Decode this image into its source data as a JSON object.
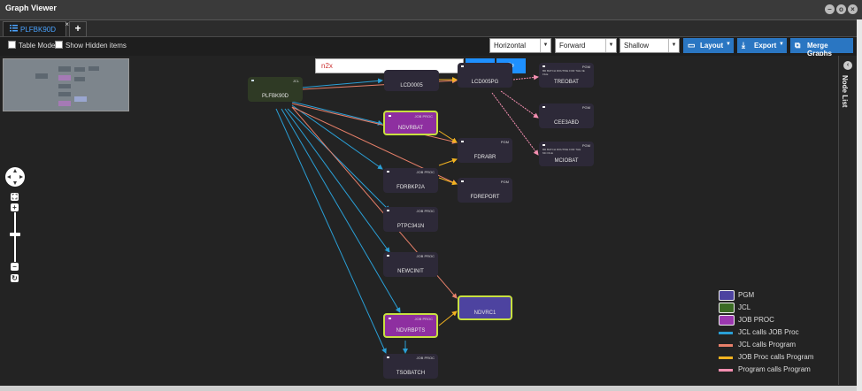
{
  "window": {
    "title": "Graph Viewer",
    "minimize": "–",
    "maximize": "o",
    "close": "×"
  },
  "tabs": [
    {
      "label": "PLFBK90D",
      "close": "×"
    }
  ],
  "add_tab": "+",
  "toolbar": {
    "table_mode": "Table Mode",
    "show_hidden": "Show Hidden items",
    "orientation": "Horizontal",
    "direction": "Forward",
    "depth": "Shallow",
    "layout": "Layout",
    "export": "Export",
    "merge": "Merge Graphs"
  },
  "search": {
    "value": "n2x",
    "search_icon": "⌕",
    "reset_icon": "↻"
  },
  "nodes": [
    {
      "id": "PLFBK90D",
      "type": "JCL",
      "tag": "JCL"
    },
    {
      "id": "LCD0005",
      "type": "JOB PROC",
      "tag": ""
    },
    {
      "id": "LCD005PG",
      "type": "PGM",
      "tag": ""
    },
    {
      "id": "TREOBAT",
      "type": "PGM",
      "tag": "PGM",
      "sub": "BD BATCH ROUTINE FOR THE 3E FILE"
    },
    {
      "id": "CEE3ABD",
      "type": "PGM",
      "tag": "PGM"
    },
    {
      "id": "MCIOBAT",
      "type": "PGM",
      "tag": "PGM",
      "sub": "BD BATCH ROUTINE FOR THE MC FILE"
    },
    {
      "id": "NDVRBAT",
      "type": "JOB PROC",
      "tag": "JOB PROC"
    },
    {
      "id": "FDRABR",
      "type": "PGM",
      "tag": "PGM"
    },
    {
      "id": "FDRBKP2A",
      "type": "JOB PROC",
      "tag": "JOB PROC"
    },
    {
      "id": "FDREPORT",
      "type": "PGM",
      "tag": "PGM"
    },
    {
      "id": "PTPC341N",
      "type": "JOB PROC",
      "tag": "JOB PROC"
    },
    {
      "id": "NEWCINIT",
      "type": "JOB PROC",
      "tag": "JOB PROC"
    },
    {
      "id": "NDVRC1",
      "type": "PGM",
      "tag": ""
    },
    {
      "id": "NDVRBPTS",
      "type": "JOB PROC",
      "tag": "JOB PROC"
    },
    {
      "id": "TSOBATCH",
      "type": "JOB PROC",
      "tag": "JOB PROC"
    }
  ],
  "legend": [
    {
      "label": "PGM",
      "kind": "box",
      "color": "#4d43a0"
    },
    {
      "label": "JCL",
      "kind": "box",
      "color": "#3b6b24"
    },
    {
      "label": "JOB PROC",
      "kind": "box",
      "color": "#9b38b0"
    },
    {
      "label": "JCL calls JOB Proc",
      "kind": "line",
      "color": "#2a9fd6"
    },
    {
      "label": "JCL calls Program",
      "kind": "line",
      "color": "#e8806a"
    },
    {
      "label": "JOB Proc calls Program",
      "kind": "line",
      "color": "#f2b320"
    },
    {
      "label": "Program calls Program",
      "kind": "line",
      "color": "#f48fb1"
    }
  ],
  "side_panel": {
    "title": "Node List",
    "toggle_icon": "‹"
  },
  "colors": {
    "accent": "#2a76c2",
    "highlight_border": "#c8e040",
    "jcl_calls_proc": "#2a9fd6",
    "jcl_calls_pgm": "#e8806a",
    "proc_calls_pgm": "#f2b320",
    "pgm_calls_pgm": "#f48fb1"
  }
}
